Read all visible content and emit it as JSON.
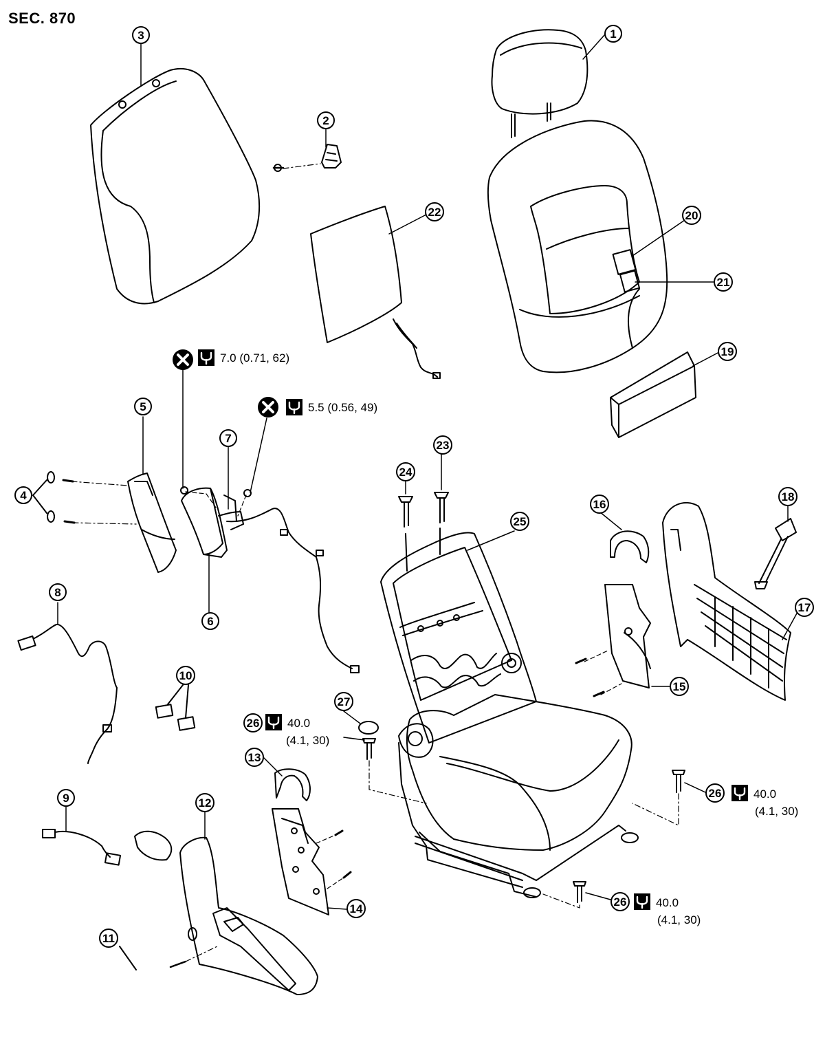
{
  "section_label": "SEC. 870",
  "callouts": [
    {
      "id": "c1",
      "label": "1"
    },
    {
      "id": "c2",
      "label": "2"
    },
    {
      "id": "c3",
      "label": "3"
    },
    {
      "id": "c4",
      "label": "4"
    },
    {
      "id": "c5",
      "label": "5"
    },
    {
      "id": "c6",
      "label": "6"
    },
    {
      "id": "c7",
      "label": "7"
    },
    {
      "id": "c8",
      "label": "8"
    },
    {
      "id": "c9",
      "label": "9"
    },
    {
      "id": "c10",
      "label": "10"
    },
    {
      "id": "c11",
      "label": "11"
    },
    {
      "id": "c12",
      "label": "12"
    },
    {
      "id": "c13",
      "label": "13"
    },
    {
      "id": "c14",
      "label": "14"
    },
    {
      "id": "c15",
      "label": "15"
    },
    {
      "id": "c16",
      "label": "16"
    },
    {
      "id": "c17",
      "label": "17"
    },
    {
      "id": "c18",
      "label": "18"
    },
    {
      "id": "c19",
      "label": "19"
    },
    {
      "id": "c20",
      "label": "20"
    },
    {
      "id": "c21",
      "label": "21"
    },
    {
      "id": "c22",
      "label": "22"
    },
    {
      "id": "c23",
      "label": "23"
    },
    {
      "id": "c24",
      "label": "24"
    },
    {
      "id": "c25",
      "label": "25"
    },
    {
      "id": "c26a",
      "label": "26"
    },
    {
      "id": "c26b",
      "label": "26"
    },
    {
      "id": "c26c",
      "label": "26"
    },
    {
      "id": "c27",
      "label": "27"
    }
  ],
  "torque_specs": [
    {
      "id": "t1",
      "line1": "7.0 (0.71, 62)",
      "line2": ""
    },
    {
      "id": "t2",
      "line1": "5.5 (0.56, 49)",
      "line2": ""
    },
    {
      "id": "t3",
      "line1": "40.0",
      "line2": "(4.1, 30)"
    },
    {
      "id": "t4",
      "line1": "40.0",
      "line2": "(4.1, 30)"
    },
    {
      "id": "t5",
      "line1": "40.0",
      "line2": "(4.1, 30)"
    }
  ],
  "symbols": {
    "torque": "torque-wrench-icon",
    "do_not_reuse": "do-not-reuse-icon"
  }
}
